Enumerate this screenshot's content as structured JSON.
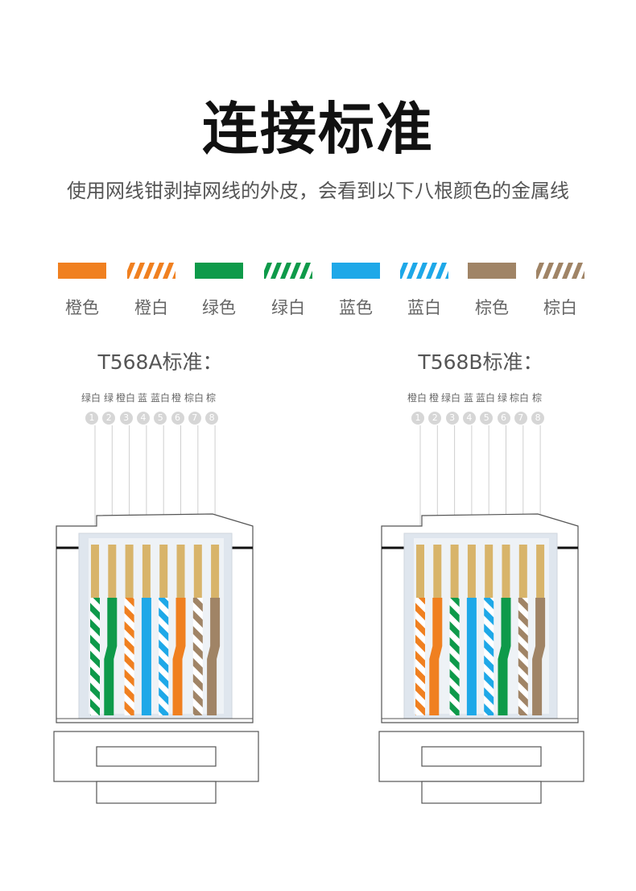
{
  "title": "连接标准",
  "subtitle": "使用网线钳剥掉网线的外皮，会看到以下八根颜色的金属线",
  "colors": {
    "orange": "#f08020",
    "green": "#0e9a4a",
    "blue": "#1ea8e8",
    "brown": "#a08466",
    "gold": "#d8b46a",
    "connector": "#dfe6ee"
  },
  "legend": [
    {
      "label": "橙色",
      "color": "orange",
      "striped": false
    },
    {
      "label": "橙白",
      "color": "orange",
      "striped": true
    },
    {
      "label": "绿色",
      "color": "green",
      "striped": false
    },
    {
      "label": "绿白",
      "color": "green",
      "striped": true
    },
    {
      "label": "蓝色",
      "color": "blue",
      "striped": false
    },
    {
      "label": "蓝白",
      "color": "blue",
      "striped": true
    },
    {
      "label": "棕色",
      "color": "brown",
      "striped": false
    },
    {
      "label": "棕白",
      "color": "brown",
      "striped": true
    }
  ],
  "standards": [
    {
      "title": "T568A标准：",
      "pin_labels": [
        "绿白",
        "绿",
        "橙白",
        "蓝",
        "蓝白",
        "橙",
        "棕白",
        "棕"
      ],
      "pin_numbers": [
        "1",
        "2",
        "3",
        "4",
        "5",
        "6",
        "7",
        "8"
      ],
      "wires": [
        {
          "color": "green",
          "striped": true
        },
        {
          "color": "green",
          "striped": false
        },
        {
          "color": "orange",
          "striped": true
        },
        {
          "color": "blue",
          "striped": false
        },
        {
          "color": "blue",
          "striped": true
        },
        {
          "color": "orange",
          "striped": false
        },
        {
          "color": "brown",
          "striped": true
        },
        {
          "color": "brown",
          "striped": false
        }
      ]
    },
    {
      "title": "T568B标准：",
      "pin_labels": [
        "橙白",
        "橙",
        "绿白",
        "蓝",
        "蓝白",
        "绿",
        "棕白",
        "棕"
      ],
      "pin_numbers": [
        "1",
        "2",
        "3",
        "4",
        "5",
        "6",
        "7",
        "8"
      ],
      "wires": [
        {
          "color": "orange",
          "striped": true
        },
        {
          "color": "orange",
          "striped": false
        },
        {
          "color": "green",
          "striped": true
        },
        {
          "color": "blue",
          "striped": false
        },
        {
          "color": "blue",
          "striped": true
        },
        {
          "color": "green",
          "striped": false
        },
        {
          "color": "brown",
          "striped": true
        },
        {
          "color": "brown",
          "striped": false
        }
      ]
    }
  ]
}
